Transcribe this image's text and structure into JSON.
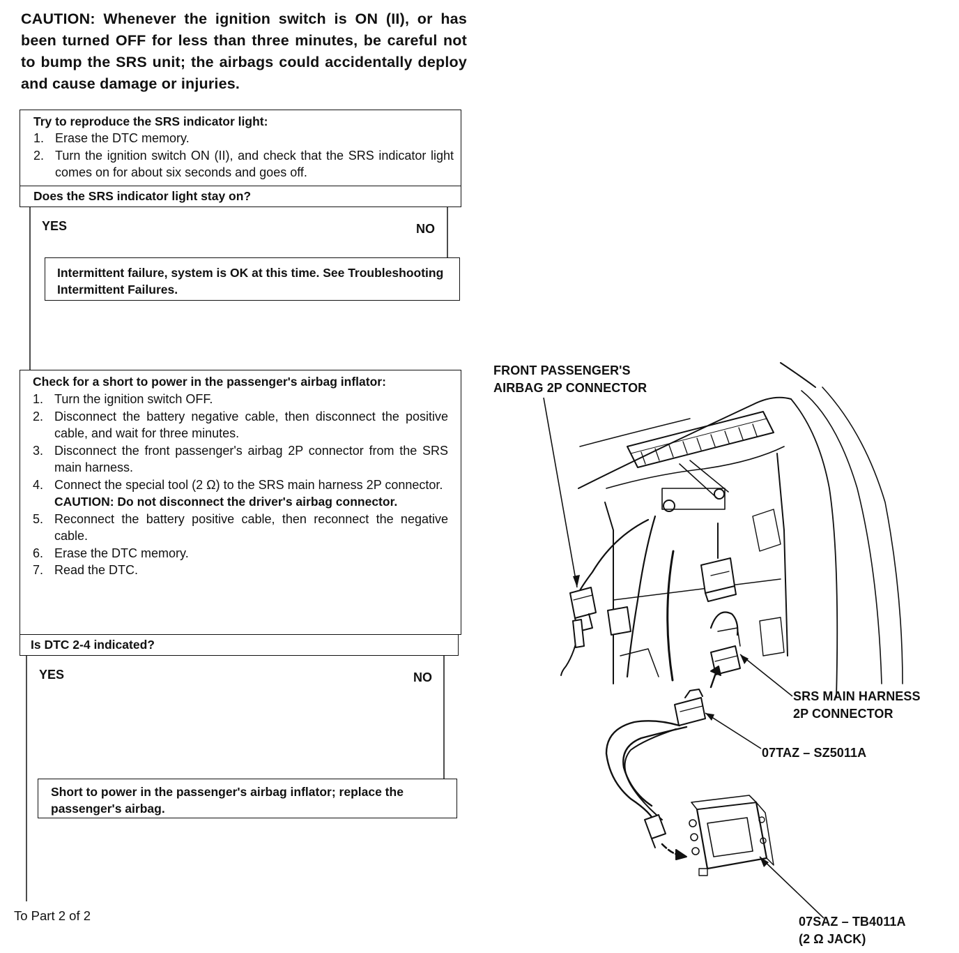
{
  "caution_text": "CAUTION: Whenever the ignition switch is ON (II), or has been turned OFF for less than three minutes, be careful not to bump the SRS unit; the airbags could accidentally deploy and cause damage or injuries.",
  "box1": {
    "title": "Try to reproduce the SRS indicator light:",
    "steps": [
      {
        "n": "1.",
        "t": "Erase the DTC memory."
      },
      {
        "n": "2.",
        "t": "Turn the ignition switch ON (II), and check that the SRS indicator light comes on for about six seconds and goes off."
      }
    ],
    "question": "Does the SRS indicator light stay on?"
  },
  "branch1": {
    "yes": "YES",
    "no": "NO"
  },
  "result1": "Intermittent failure, system is OK at this time. See Troubleshooting Intermittent Failures.",
  "box2": {
    "title": "Check for a short to power in the passenger's airbag inflator:",
    "steps": [
      {
        "n": "1.",
        "t": "Turn the ignition switch OFF."
      },
      {
        "n": "2.",
        "t": "Disconnect the battery negative cable, then disconnect the positive cable, and wait for three minutes."
      },
      {
        "n": "3.",
        "t": "Disconnect the front passenger's airbag 2P connector from the SRS main harness."
      },
      {
        "n": "4.",
        "t": "Connect the special tool (2 Ω) to the SRS main harness 2P connector."
      },
      {
        "n": "",
        "t": "CAUTION: Do not disconnect the driver's airbag connector."
      },
      {
        "n": "5.",
        "t": "Reconnect the battery positive cable, then reconnect the negative cable."
      },
      {
        "n": "6.",
        "t": "Erase the DTC memory."
      },
      {
        "n": "7.",
        "t": "Read the DTC."
      }
    ],
    "question": "Is DTC 2-4 indicated?"
  },
  "branch2": {
    "yes": "YES",
    "no": "NO"
  },
  "result2": "Short to power in the passenger's airbag inflator; replace the passenger's airbag.",
  "footer": "To Part 2 of 2",
  "labels": {
    "front_connector_1": "FRONT PASSENGER'S",
    "front_connector_2": "AIRBAG 2P CONNECTOR",
    "srs_harness_1": "SRS MAIN HARNESS",
    "srs_harness_2": "2P CONNECTOR",
    "tool_part": "07TAZ – SZ5011A",
    "jack_part_1": "07SAZ – TB4011A",
    "jack_part_2": "(2 Ω JACK)"
  }
}
